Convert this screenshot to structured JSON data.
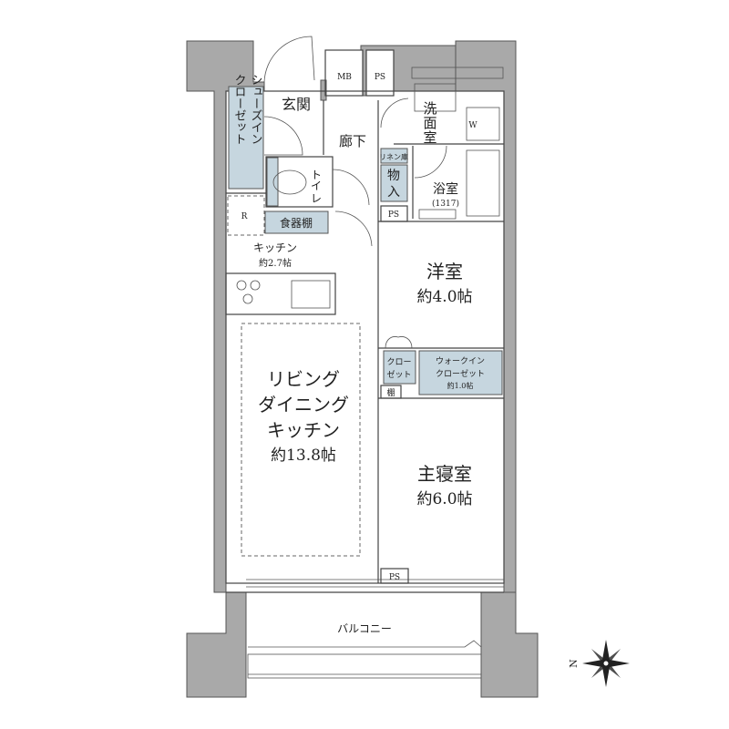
{
  "rooms": {
    "entrance": "玄関",
    "shoe_closet": [
      "シューズイン",
      "クローゼット"
    ],
    "mb": "MB",
    "ps": "PS",
    "washroom": [
      "洗",
      "面",
      "室"
    ],
    "w": "W",
    "hallway": "廊下",
    "linen": "リネン庫",
    "storage": [
      "物",
      "入"
    ],
    "toilet": [
      "ト",
      "イ",
      "レ"
    ],
    "bath": "浴室",
    "bath_size": "(1317)",
    "r": "R",
    "cupboard": "食器棚",
    "kitchen": "キッチン",
    "kitchen_size": "約2.7帖",
    "ldk": [
      "リビング",
      "ダイニング",
      "キッチン"
    ],
    "ldk_size": "約13.8帖",
    "western": "洋室",
    "western_size": "約4.0帖",
    "closet": [
      "クロー",
      "ゼット"
    ],
    "walkin": [
      "ウォークイン",
      "クローゼット"
    ],
    "walkin_size": "約1.0帖",
    "shelf": "棚",
    "master": "主寝室",
    "master_size": "約6.0帖",
    "balcony": "バルコニー"
  },
  "compass": {
    "label": "N"
  },
  "colors": {
    "wall": "#a9a9a9",
    "storage_fill": "#c6d6df"
  }
}
